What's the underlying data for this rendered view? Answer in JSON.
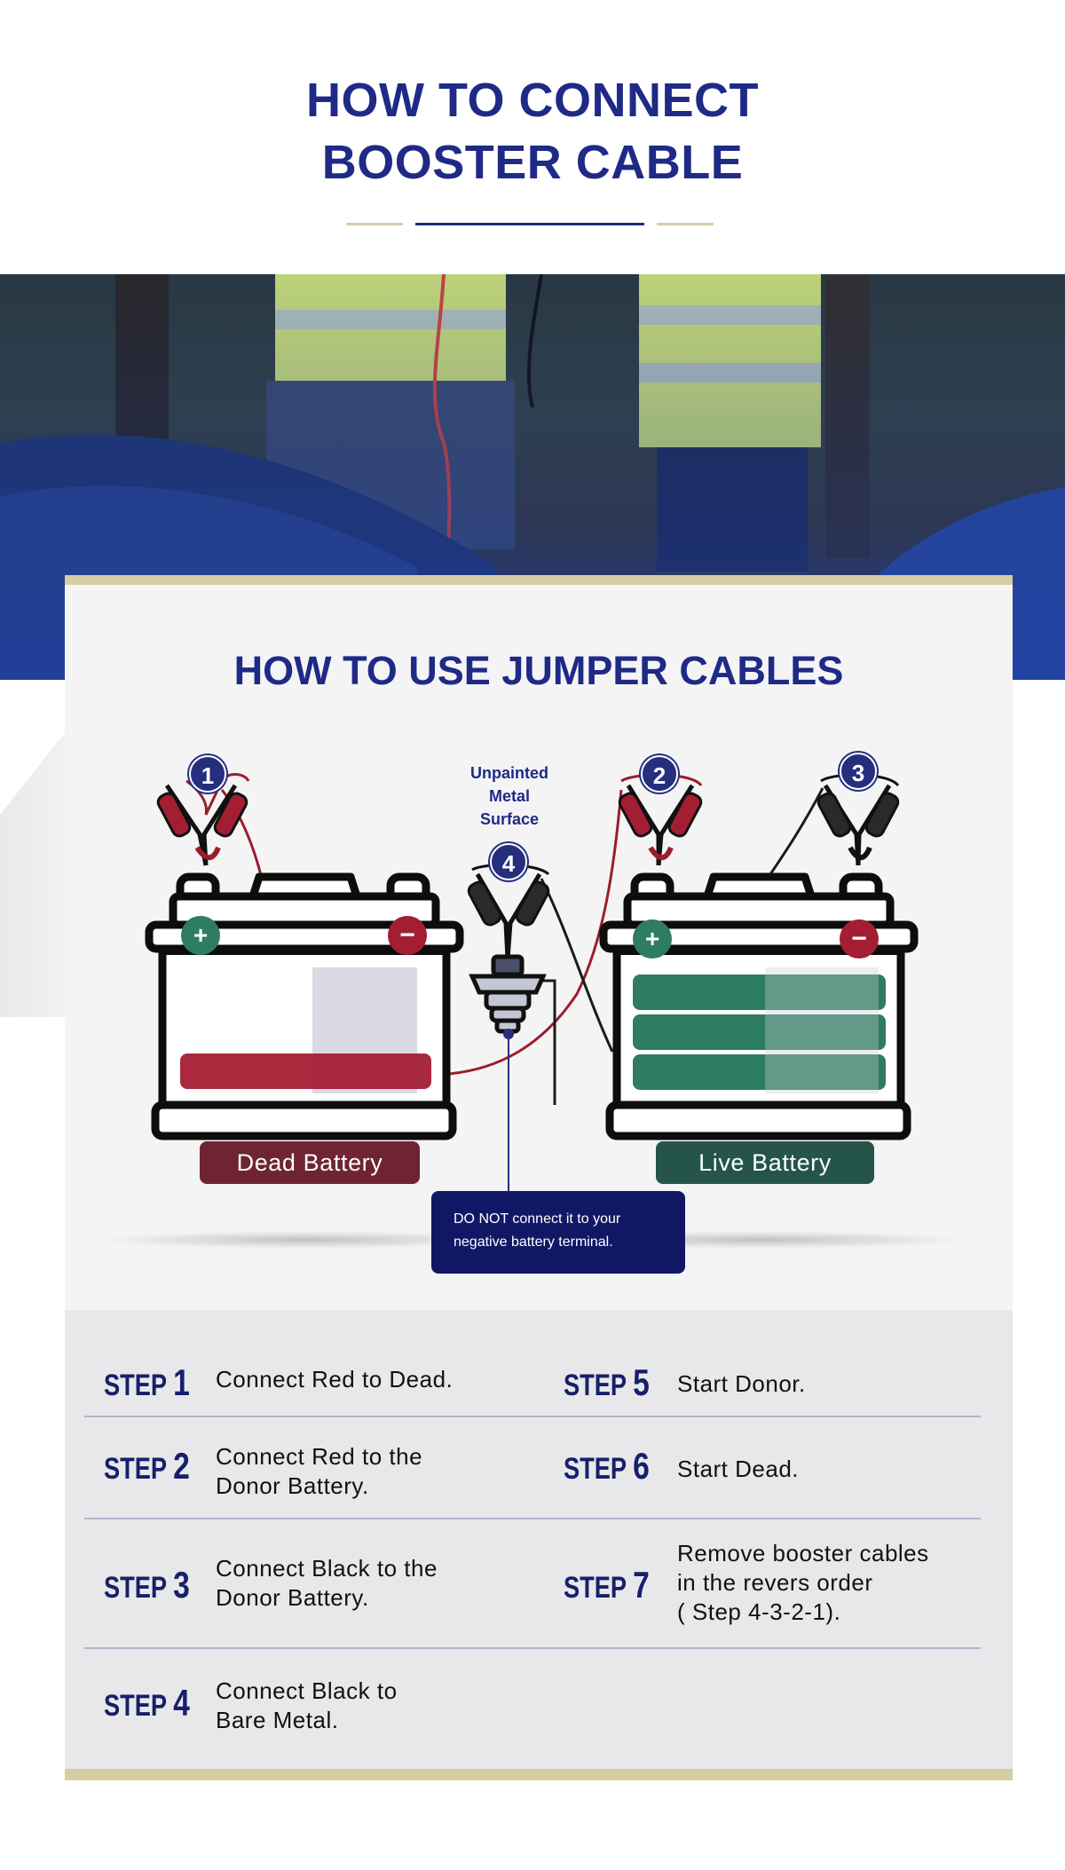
{
  "header": {
    "title_line1": "HOW TO CONNECT",
    "title_line2": "BOOSTER CABLE"
  },
  "card": {
    "title": "HOW TO USE JUMPER CABLES"
  },
  "diagram": {
    "metal_label": [
      "Unpainted",
      "Metal",
      "Surface"
    ],
    "badges": [
      "1",
      "2",
      "3",
      "4"
    ],
    "plus_sign": "+",
    "minus_sign": "−",
    "dead_battery_label": "Dead Battery",
    "live_battery_label": "Live Battery",
    "warning_line1": "DO NOT connect it to your",
    "warning_line2": "negative battery  terminal.",
    "colors": {
      "red_cable": "#9b1d2d",
      "black_cable": "#1b1b1b",
      "dead_fill": "#a41e33",
      "live_fill": "#2f7d60",
      "badge": "#252f7e"
    }
  },
  "steps": [
    {
      "word": "STEP",
      "num": "1",
      "lines": [
        "Connect Red to Dead."
      ]
    },
    {
      "word": "STEP",
      "num": "2",
      "lines": [
        "Connect Red to the",
        "Donor Battery."
      ]
    },
    {
      "word": "STEP",
      "num": "3",
      "lines": [
        "Connect  Black to the",
        "Donor Battery."
      ]
    },
    {
      "word": "STEP",
      "num": "4",
      "lines": [
        "Connect  Black to",
        "Bare Metal."
      ]
    },
    {
      "word": "STEP",
      "num": "5",
      "lines": [
        "Start Donor."
      ]
    },
    {
      "word": "STEP",
      "num": "6",
      "lines": [
        "Start Dead."
      ]
    },
    {
      "word": "STEP",
      "num": "7",
      "lines": [
        "Remove booster cables",
        "in the revers order",
        "( Step 4-3-2-1)."
      ]
    }
  ]
}
